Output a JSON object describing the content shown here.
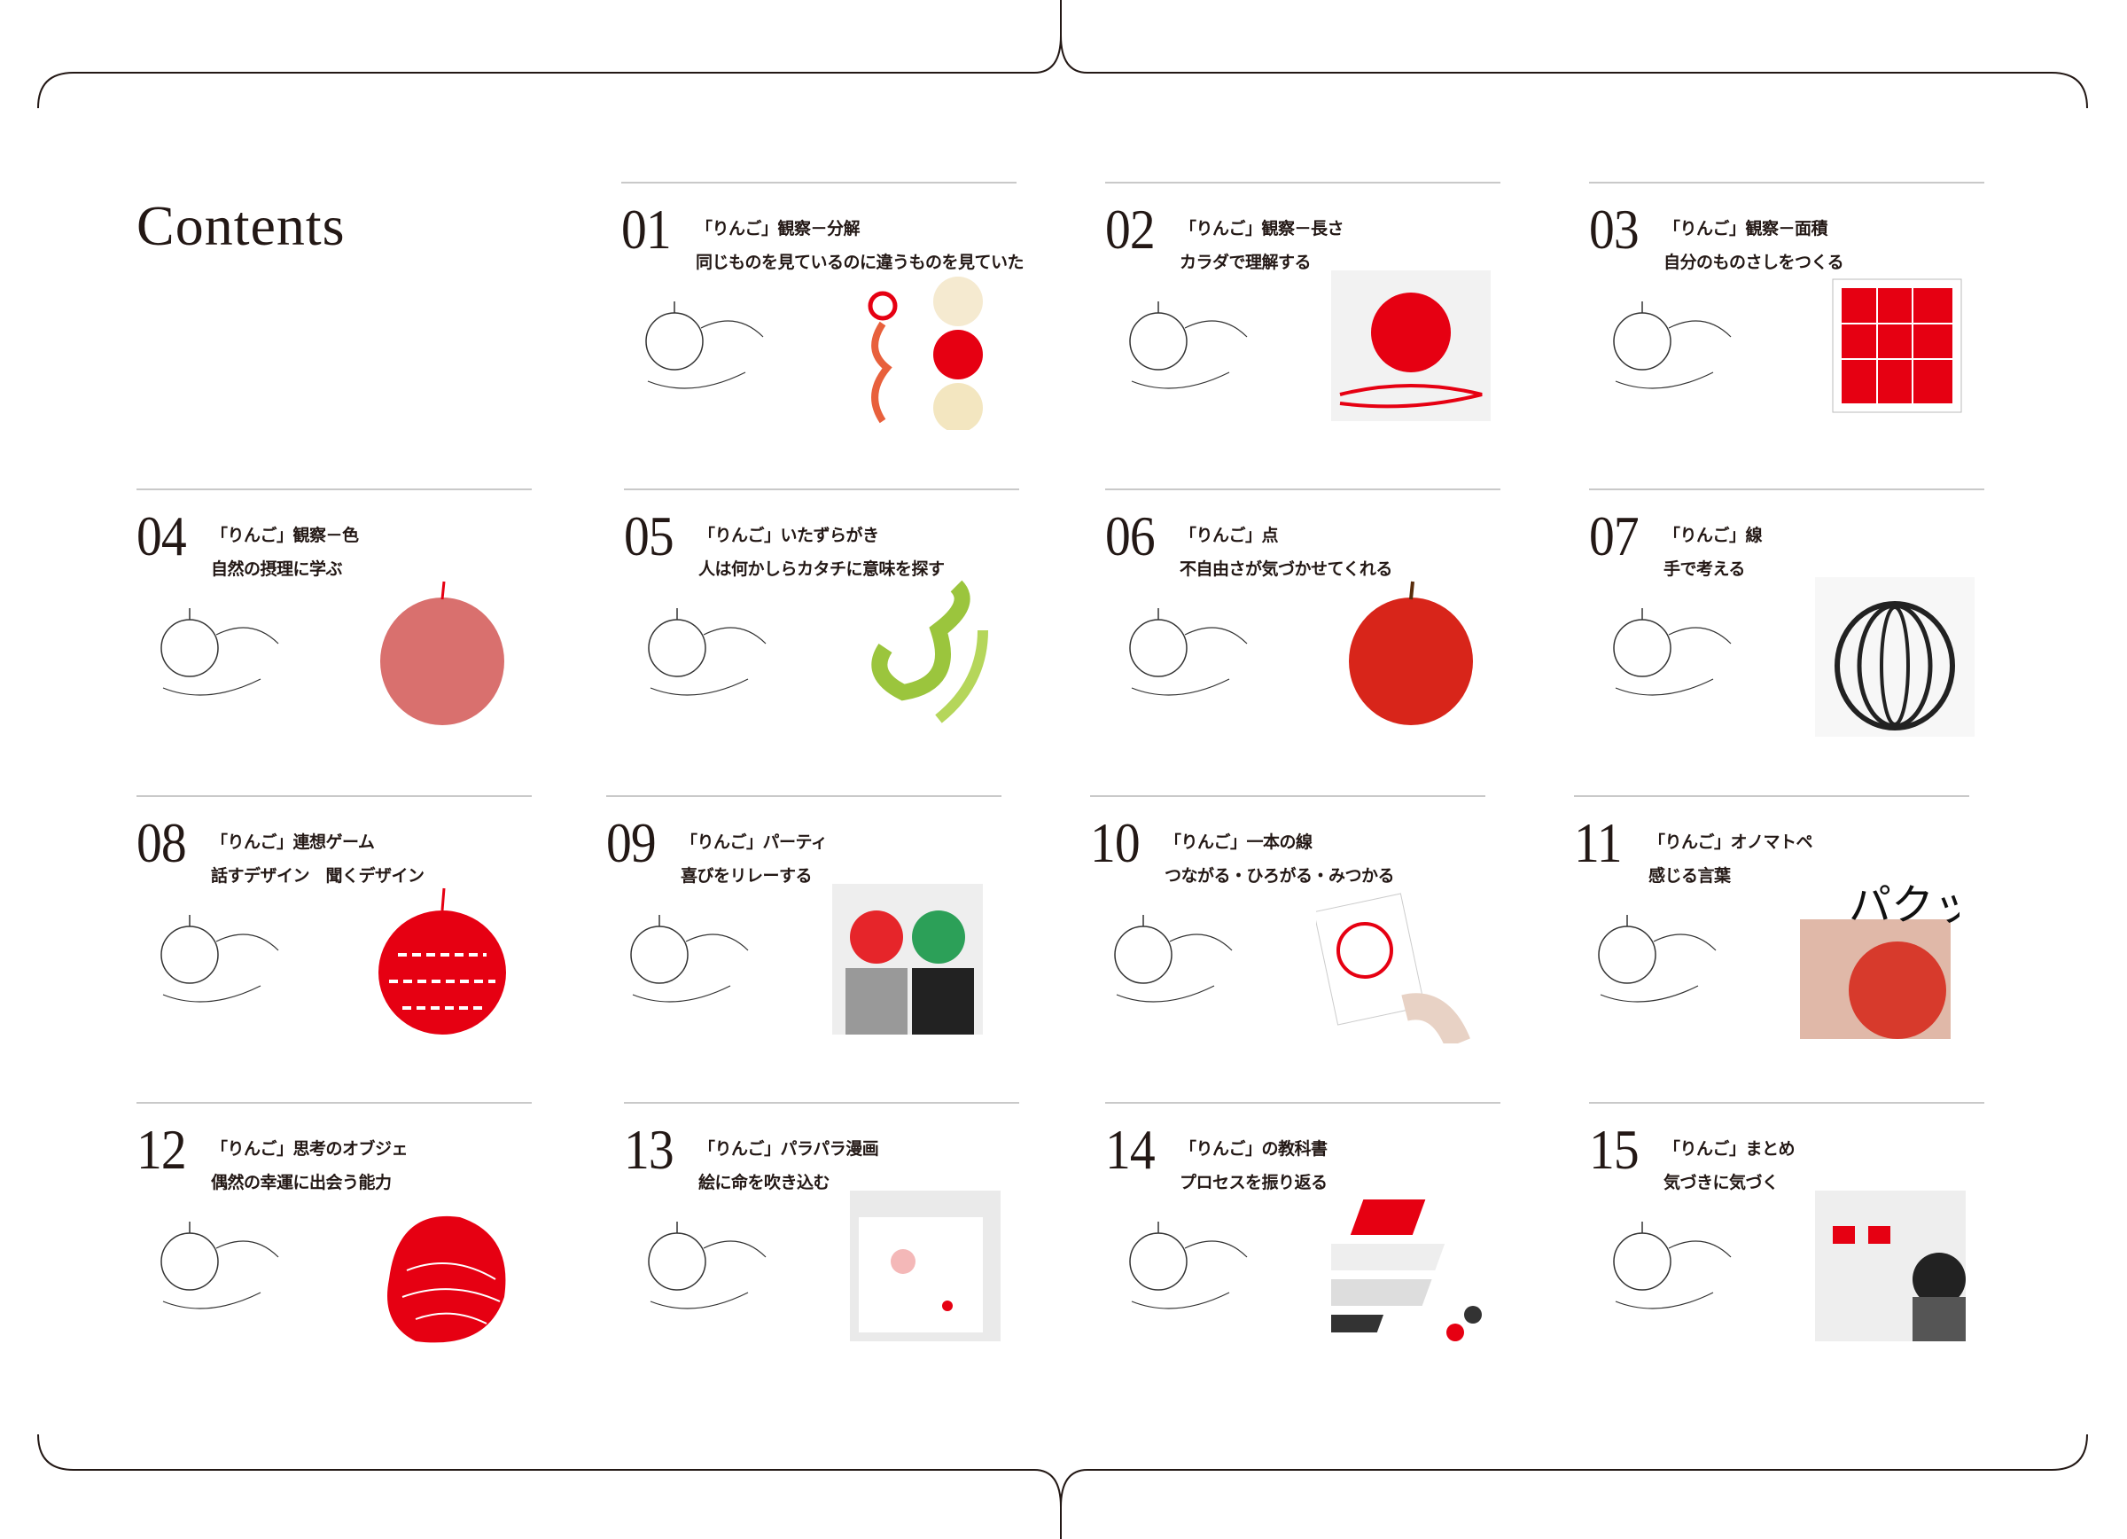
{
  "page_title": "Contents",
  "colors": {
    "accent": "#e60012",
    "text": "#231815",
    "rule": "#c9c9c9"
  },
  "items": [
    {
      "num": "01",
      "title": "「りんご」観察－分解",
      "subtitle": "同じものを見ているのに違うものを見ていた"
    },
    {
      "num": "02",
      "title": "「りんご」観察－長さ",
      "subtitle": "カラダで理解する"
    },
    {
      "num": "03",
      "title": "「りんご」観察－面積",
      "subtitle": "自分のものさしをつくる"
    },
    {
      "num": "04",
      "title": "「りんご」観察－色",
      "subtitle": "自然の摂理に学ぶ"
    },
    {
      "num": "05",
      "title": "「りんご」いたずらがき",
      "subtitle": "人は何かしらカタチに意味を探す"
    },
    {
      "num": "06",
      "title": "「りんご」点",
      "subtitle": "不自由さが気づかせてくれる"
    },
    {
      "num": "07",
      "title": "「りんご」線",
      "subtitle": "手で考える"
    },
    {
      "num": "08",
      "title": "「りんご」連想ゲーム",
      "subtitle": "話すデザイン　聞くデザイン"
    },
    {
      "num": "09",
      "title": "「りんご」パーティ",
      "subtitle": "喜びをリレーする"
    },
    {
      "num": "10",
      "title": "「りんご」一本の線",
      "subtitle": "つながる・ひろがる・みつかる"
    },
    {
      "num": "11",
      "title": "「りんご」オノマトペ",
      "subtitle": "感じる言葉"
    },
    {
      "num": "12",
      "title": "「りんご」思考のオブジェ",
      "subtitle": "偶然の幸運に出会う能力"
    },
    {
      "num": "13",
      "title": "「りんご」パラパラ漫画",
      "subtitle": "絵に命を吹き込む"
    },
    {
      "num": "14",
      "title": "「りんご」の教科書",
      "subtitle": "プロセスを振り返る"
    },
    {
      "num": "15",
      "title": "「りんご」まとめ",
      "subtitle": "気づきに気づく"
    }
  ]
}
